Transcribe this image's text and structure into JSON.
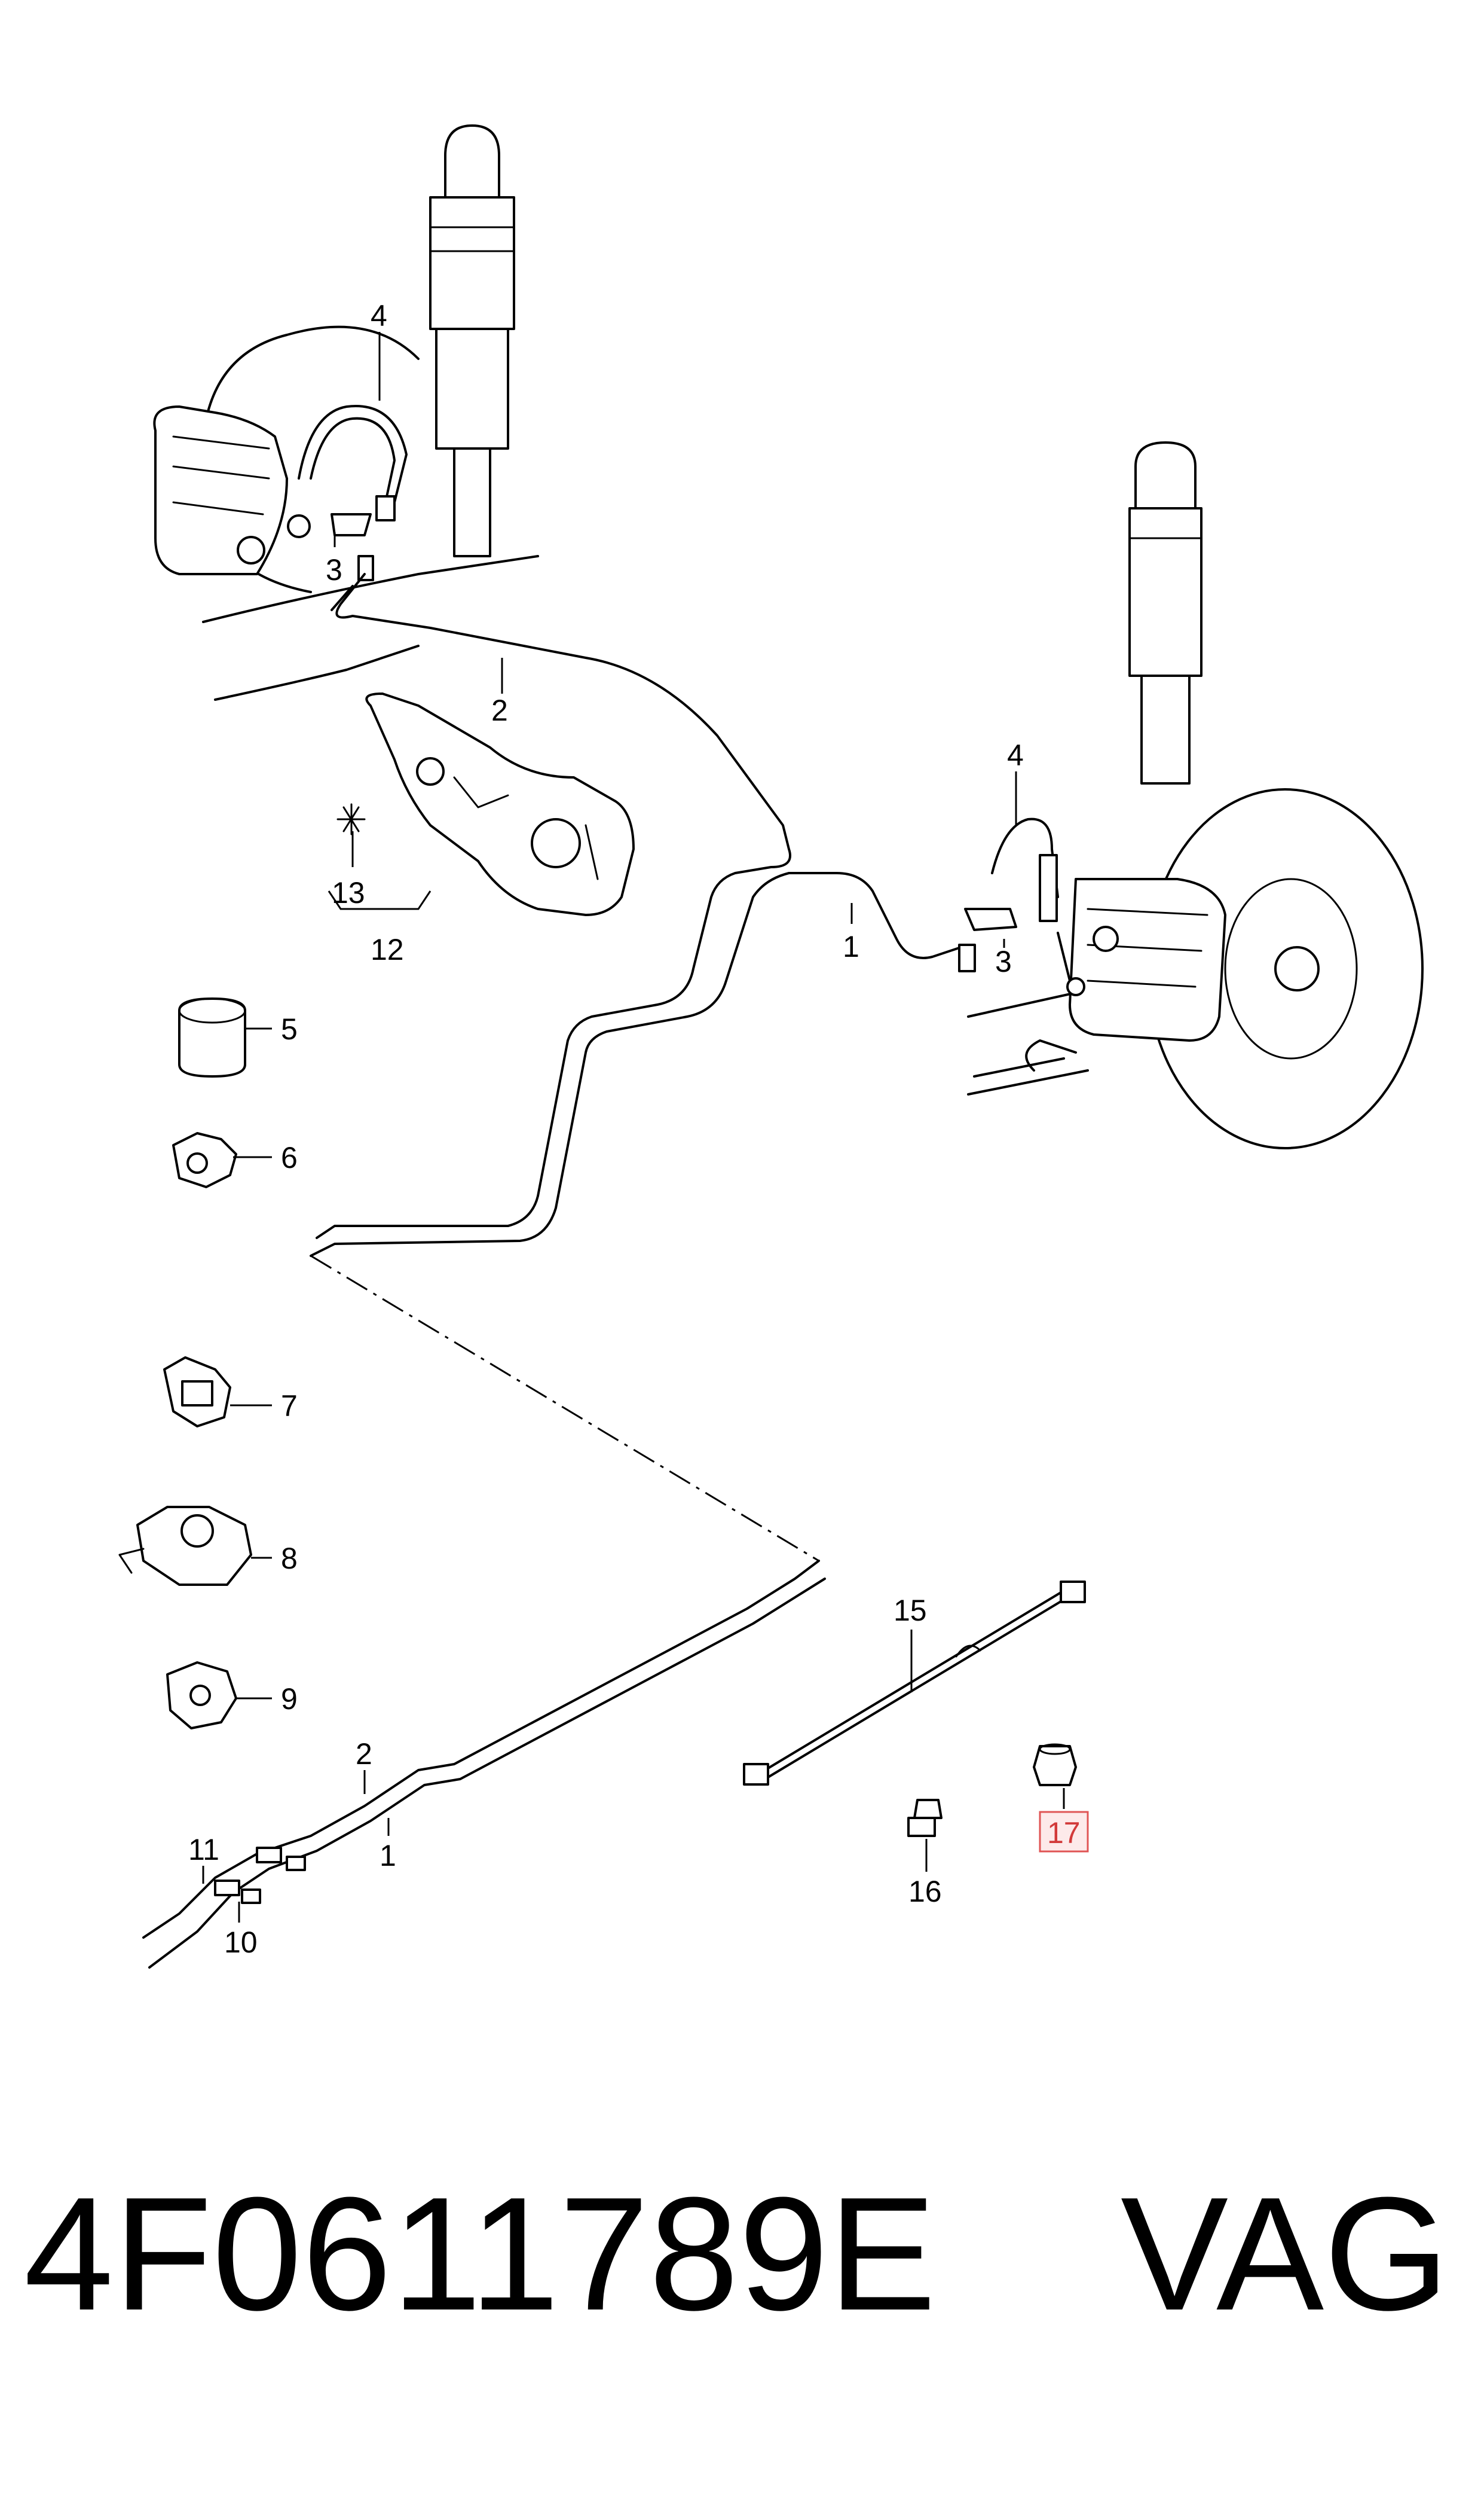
{
  "diagram": {
    "callouts": [
      "1",
      "2",
      "3",
      "4",
      "5",
      "6",
      "7",
      "8",
      "9",
      "10",
      "11",
      "12",
      "13",
      "15",
      "16",
      "17"
    ],
    "highlighted_callout": "17",
    "colors": {
      "line": "#000000",
      "highlight_border": "#e05555",
      "highlight_fill": "#fdeaea",
      "highlight_text": "#d23a3a"
    }
  },
  "footer": {
    "part_number": "4F0611789E",
    "brand": "VAG"
  }
}
